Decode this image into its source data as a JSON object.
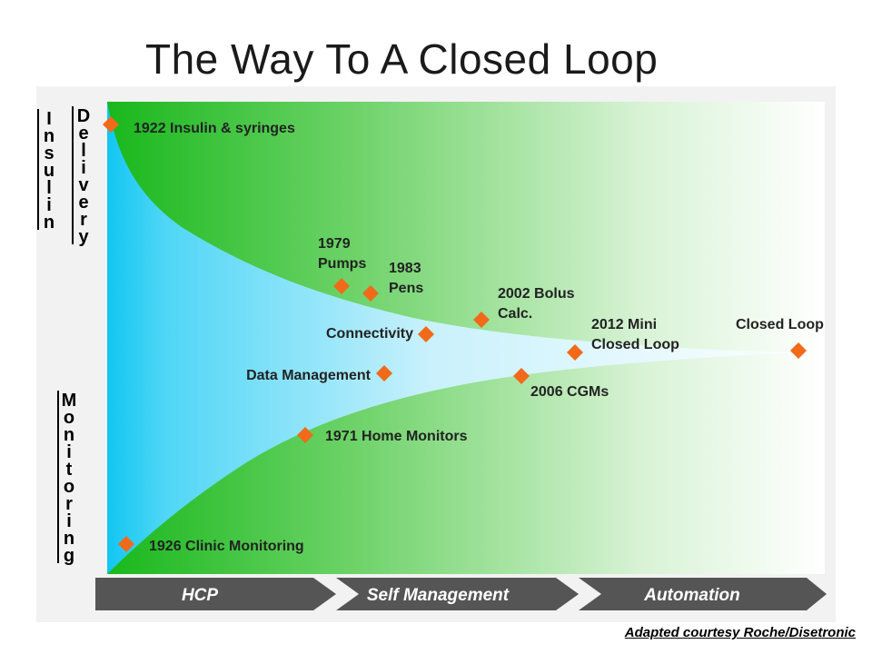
{
  "title": "The Way To A Closed Loop",
  "side_labels": {
    "insulin": "Insulin",
    "delivery": "Delivery",
    "monitoring": "Monitoring"
  },
  "milestones": [
    {
      "key": "insulin_syringes",
      "lines": [
        "1922 Insulin & syringes"
      ]
    },
    {
      "key": "pumps",
      "lines": [
        "1979",
        "Pumps"
      ]
    },
    {
      "key": "pens",
      "lines": [
        "1983",
        "Pens"
      ]
    },
    {
      "key": "bolus_calc",
      "lines": [
        "2002 Bolus",
        "Calc."
      ]
    },
    {
      "key": "mini_closed_loop",
      "lines": [
        "2012 Mini",
        "Closed Loop"
      ]
    },
    {
      "key": "closed_loop",
      "lines": [
        "Closed Loop"
      ]
    },
    {
      "key": "connectivity",
      "lines": [
        "Connectivity"
      ]
    },
    {
      "key": "data_management",
      "lines": [
        "Data Management"
      ]
    },
    {
      "key": "cgms",
      "lines": [
        "2006 CGMs"
      ]
    },
    {
      "key": "home_monitors",
      "lines": [
        "1971 Home Monitors"
      ]
    },
    {
      "key": "clinic_monitoring",
      "lines": [
        "1926 Clinic Monitoring"
      ]
    }
  ],
  "phases": [
    "HCP",
    "Self Management",
    "Automation"
  ],
  "footer": "Adapted courtesy Roche/Disetronic",
  "colors": {
    "marker": "#f06a1a",
    "green_dark": "#19b81c",
    "cyan": "#12c6f2",
    "arrow": "#555555",
    "phase_text": "#ffffff"
  }
}
